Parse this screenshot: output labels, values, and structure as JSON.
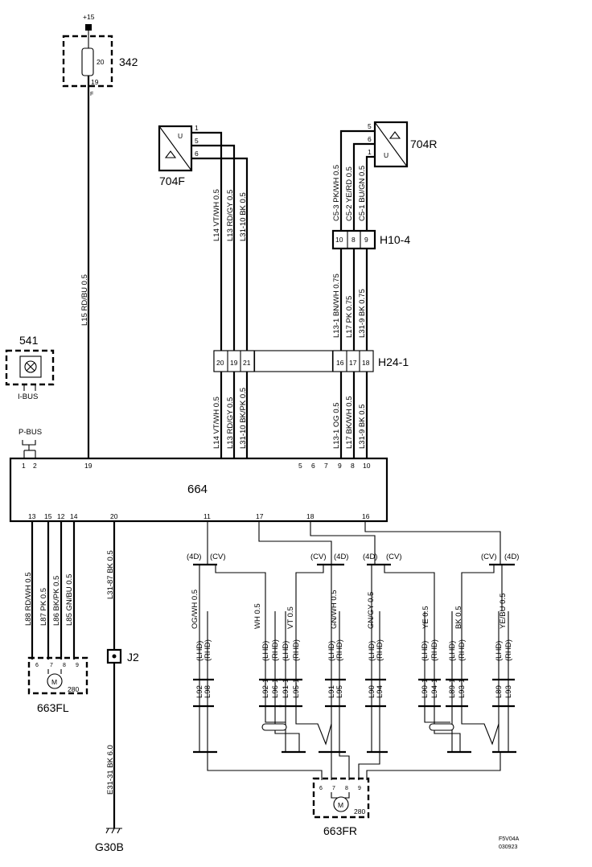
{
  "supply": {
    "label": "+15"
  },
  "fuse": {
    "id": "342",
    "rating": "20",
    "pin": "19",
    "pin_letter": "F"
  },
  "sensor_front": {
    "id": "704F",
    "pins": [
      "1",
      "5",
      "6"
    ],
    "letter": "U"
  },
  "sensor_rear": {
    "id": "704R",
    "pins": [
      "5",
      "6",
      "1"
    ],
    "letter": "U"
  },
  "connector_h10": {
    "id": "H10-4",
    "pins": [
      "10",
      "8",
      "9"
    ]
  },
  "connector_h24": {
    "id": "H24-1",
    "pins_left": [
      "20",
      "19",
      "21"
    ],
    "pins_right": [
      "16",
      "17",
      "18"
    ]
  },
  "switch_541": {
    "id": "541",
    "bus": "I-BUS"
  },
  "pbus": {
    "label": "P-BUS"
  },
  "control_unit": {
    "id": "664",
    "top_pins": [
      "1",
      "2",
      "19",
      "5",
      "6",
      "7",
      "9",
      "8",
      "10"
    ],
    "bottom_pins": [
      "13",
      "15",
      "12",
      "14",
      "20",
      "11",
      "17",
      "18",
      "16"
    ]
  },
  "wires": {
    "w15": "L15 RD/BU 0.5",
    "w14_top": "L14 VT/WH 0.5",
    "w13_top": "L13 RD/GY 0.5",
    "w3110_top": "L31-10 BK 0.5",
    "w53": "C5-3 PK/WH 0.5",
    "w52": "C5-2 YE/RD 0.5",
    "w51": "C5-1 BU/GN 0.5",
    "w131_mid": "L13-1 BN/WH 0.75",
    "w17_mid": "L17 PK 0.75",
    "w319_mid": "L31-9 BK 0.75",
    "w14_bot": "L14 VT/WH 0.5",
    "w13_bot": "L13 RD/GY 0.5",
    "w3110_bot": "L31-10 BK/PK 0.5",
    "w131_bot": "L13-1 OG 0.5",
    "w17_bot": "L17 BK/WH 0.5",
    "w319_bot": "L31-9 BK 0.5",
    "w88": "L88 RD/WH 0.5",
    "w87": "L87 PK 0.5",
    "w86": "L86 BK/PK 0.5",
    "w85": "L85 GN/BU 0.5",
    "w3187": "L31-87 BK 0.5",
    "e3131": "E31-31 BK 6.0"
  },
  "colors_lower": [
    "OG/WH 0.5",
    "WH 0.5",
    "VT 0.5",
    "GN/WH 0.5",
    "GN/GY 0.5",
    "YE 0.5",
    "BK 0.5",
    "YE/BU 0.5"
  ],
  "variants": {
    "lhd": "(LHD)",
    "rhd": "(RHD)",
    "d4": "(4D)",
    "cv": "(CV)"
  },
  "lower_wires": [
    "L92",
    "L98",
    "L92-1",
    "L96-1",
    "L91-1",
    "L95-1",
    "L91",
    "L95",
    "L90",
    "L94",
    "L90-1",
    "L94-1",
    "L89-1",
    "L93-1",
    "L89",
    "L93"
  ],
  "motor_fl": {
    "id": "663FL",
    "pins": [
      "6",
      "7",
      "8",
      "9"
    ],
    "rating": "280",
    "letter": "M"
  },
  "motor_fr": {
    "id": "663FR",
    "pins": [
      "6",
      "7",
      "8",
      "9"
    ],
    "rating": "280",
    "letter": "M"
  },
  "splice": {
    "id": "J2"
  },
  "ground": {
    "id": "G30B"
  },
  "footer": {
    "ref": "F5V04A",
    "date": "030923"
  }
}
